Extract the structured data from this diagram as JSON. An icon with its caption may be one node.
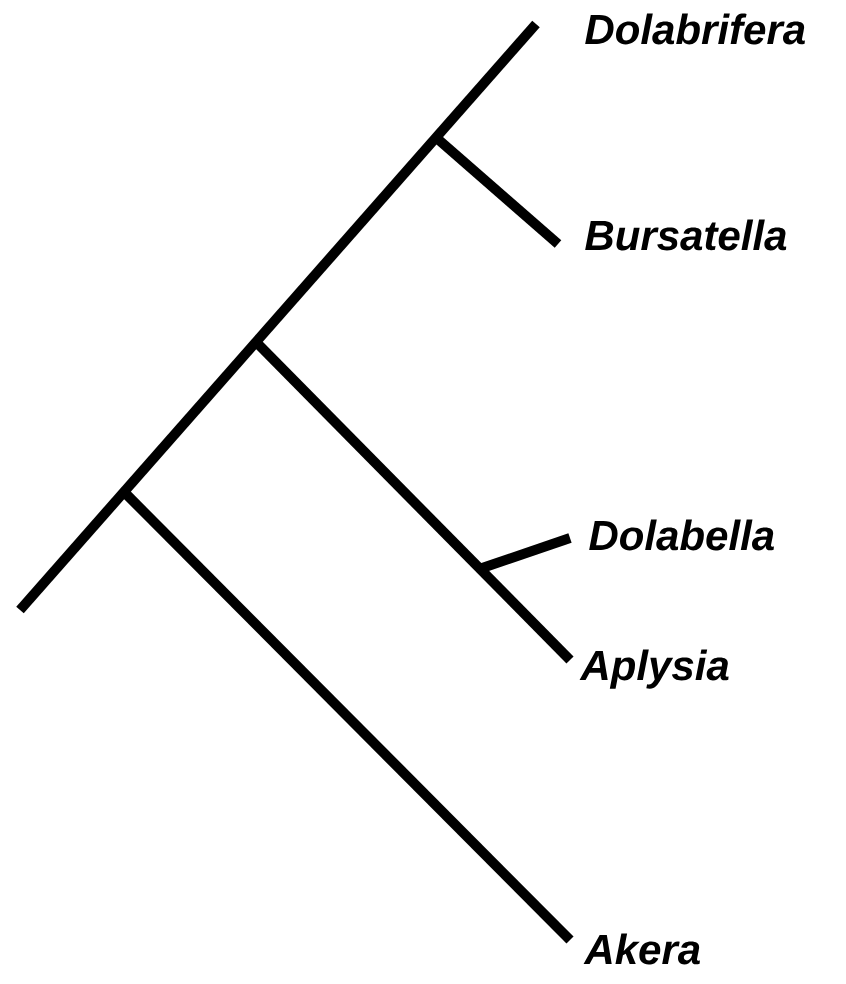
{
  "diagram": {
    "labels": [
      "Dolabrifera",
      "Bursatella",
      "Dolabella",
      "Aplysia",
      "Akera"
    ]
  }
}
